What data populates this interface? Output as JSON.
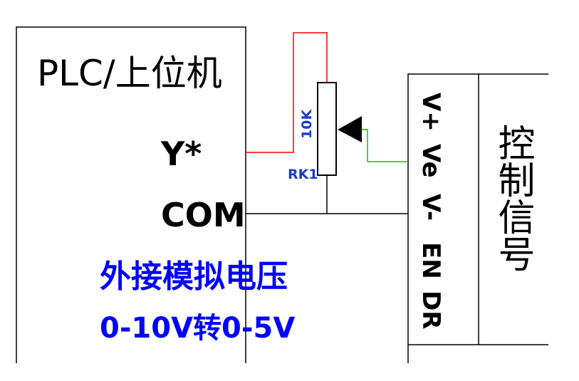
{
  "plc": {
    "title": "PLC/上位机",
    "y_terminal": "Y*",
    "com_terminal": "COM"
  },
  "note": {
    "line1": "外接模拟电压",
    "line2": "0-10V转0-5V"
  },
  "potentiometer": {
    "value": "10K",
    "ref": "RK1"
  },
  "driver": {
    "terminals": [
      "V+",
      "Ve",
      "V-",
      "EN",
      "DR"
    ],
    "section_label": "控制信号"
  },
  "colors": {
    "wire_red": "#ff0000",
    "wire_green": "#00c800",
    "wire_black": "#000000",
    "note_blue": "#0000ff",
    "pot_label_blue": "#1a3cc8"
  }
}
